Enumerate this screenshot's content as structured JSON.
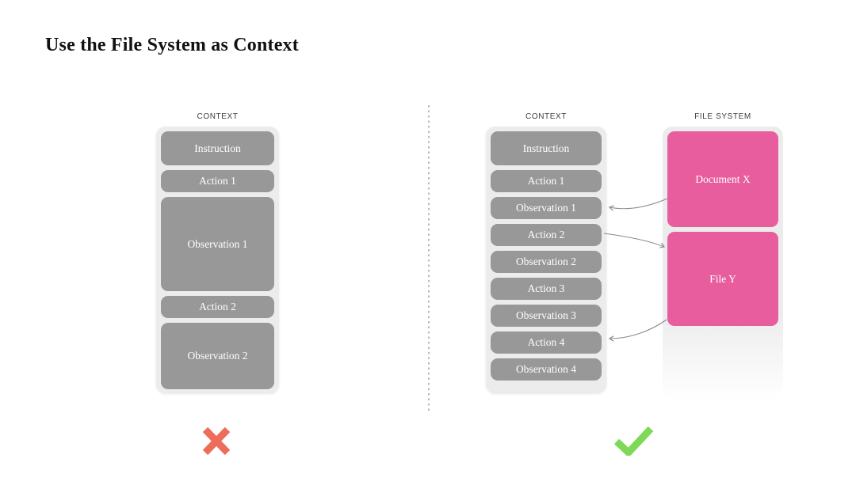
{
  "title": "Use the File System as Context",
  "left_panel": {
    "label": "CONTEXT",
    "boxes": [
      {
        "label": "Instruction",
        "size": "tall"
      },
      {
        "label": "Action 1",
        "size": "small"
      },
      {
        "label": "Observation 1",
        "size": "xlarge"
      },
      {
        "label": "Action 2",
        "size": "small"
      },
      {
        "label": "Observation 2",
        "size": "large"
      }
    ],
    "verdict": "rejected",
    "verdict_icon": "cross-icon"
  },
  "right_panel": {
    "context": {
      "label": "CONTEXT",
      "boxes": [
        {
          "label": "Instruction",
          "size": "tall"
        },
        {
          "label": "Action 1",
          "size": "small"
        },
        {
          "label": "Observation 1",
          "size": "small"
        },
        {
          "label": "Action 2",
          "size": "small"
        },
        {
          "label": "Observation 2",
          "size": "small"
        },
        {
          "label": "Action 3",
          "size": "small"
        },
        {
          "label": "Observation 3",
          "size": "small"
        },
        {
          "label": "Action 4",
          "size": "small"
        },
        {
          "label": "Observation 4",
          "size": "small"
        }
      ]
    },
    "file_system": {
      "label": "FILE SYSTEM",
      "boxes": [
        {
          "label": "Document X"
        },
        {
          "label": "File Y"
        }
      ]
    },
    "arrows": [
      {
        "from": "Document X",
        "to": "Observation 1"
      },
      {
        "from": "Action 2",
        "to": "File Y"
      },
      {
        "from": "File Y",
        "to": "Action 4"
      }
    ],
    "verdict": "approved",
    "verdict_icon": "check-icon"
  },
  "colors": {
    "pink": "#e85d9e",
    "box_gray": "#989898",
    "container_gray": "#ececec",
    "cross_red": "#ee6c5a",
    "check_green": "#7ed957",
    "arrow_gray": "#8a8a8a"
  }
}
